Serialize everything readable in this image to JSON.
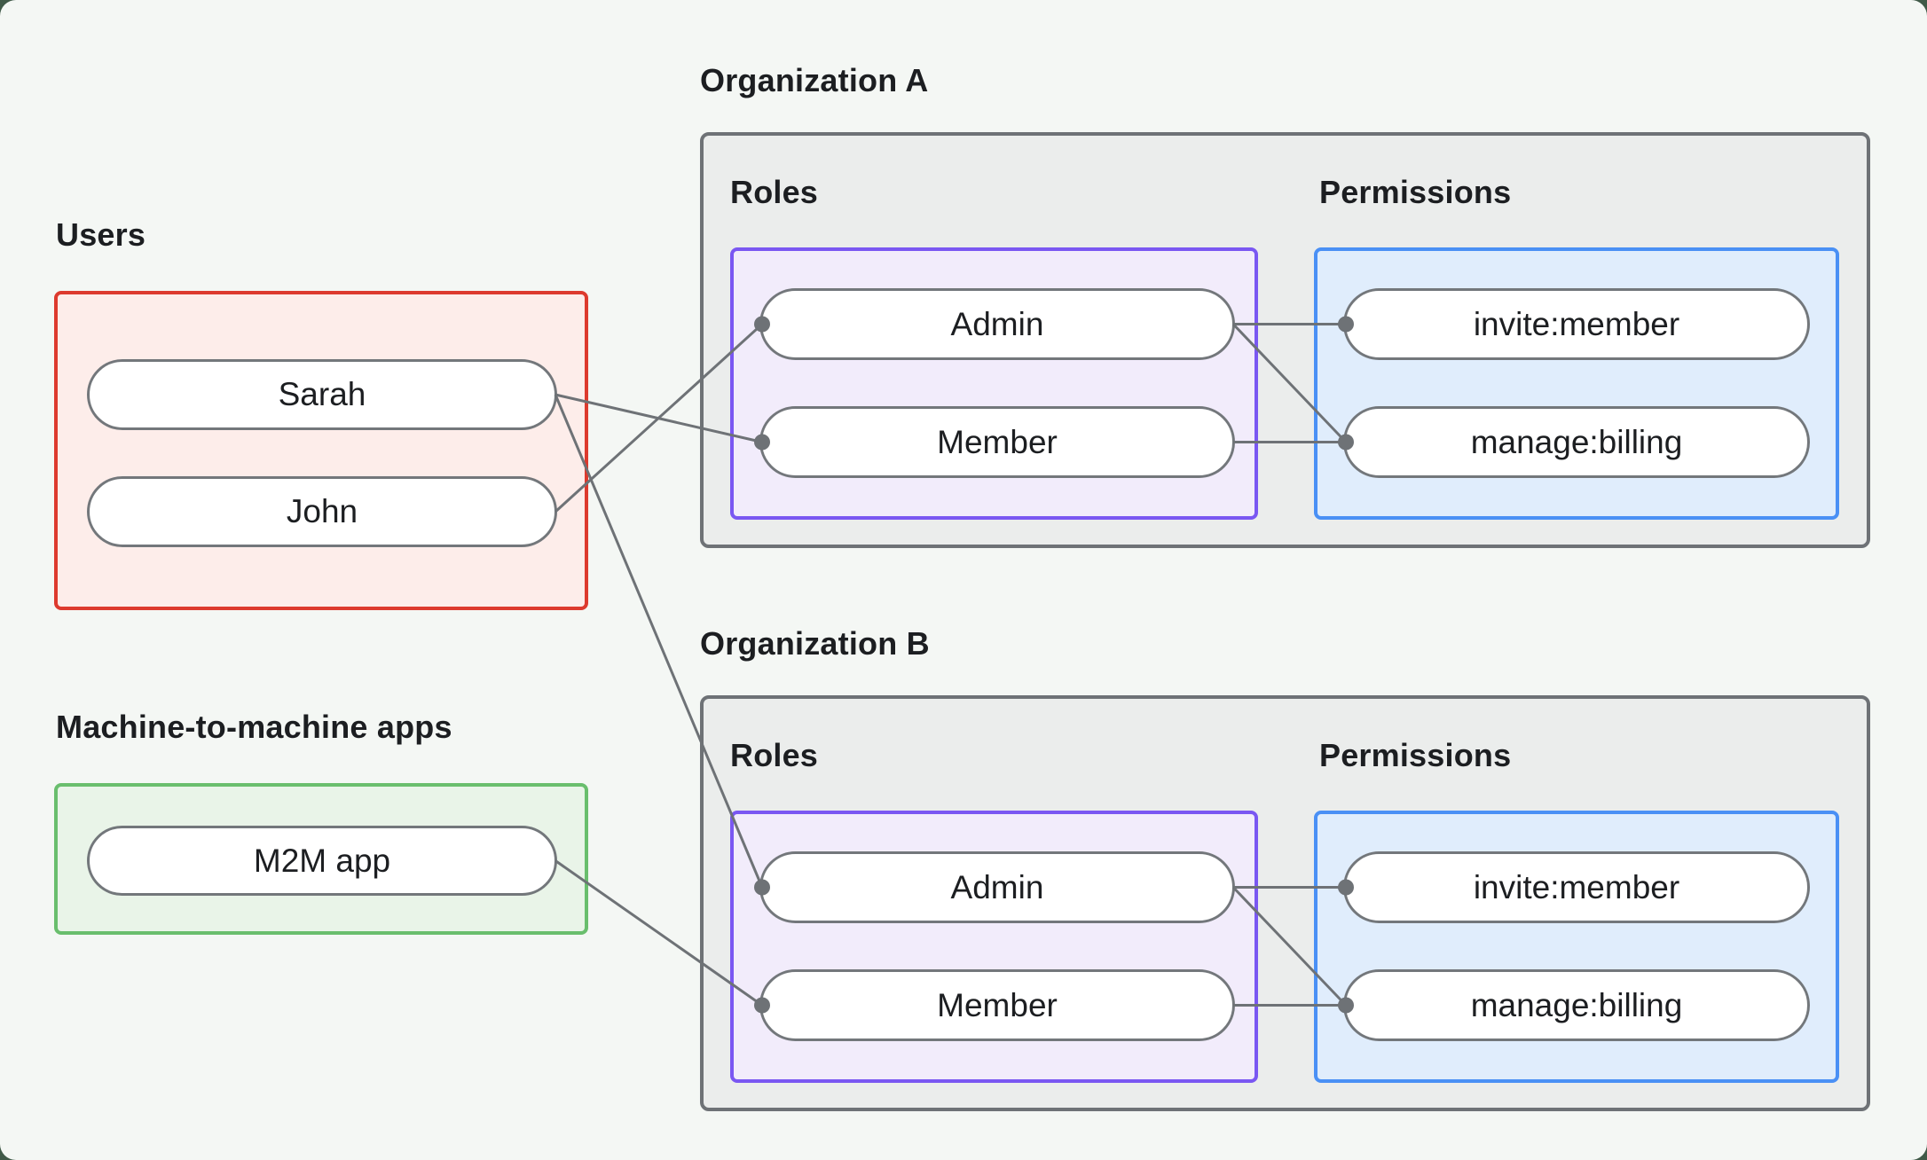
{
  "style": {
    "canvas_bg": "#f4f7f4",
    "outside_bg": "#405a48",
    "text_color": "#1c1e21",
    "line_color": "#6e7276",
    "pill_bg": "#ffffff",
    "pill_border": "#73777b",
    "org_box_bg": "#ebedec",
    "org_box_border": "#6e7276",
    "users_border": "#dd3a2e",
    "users_bg": "#fdedea",
    "m2m_border": "#69be6d",
    "m2m_bg": "#e9f4e8",
    "roles_border": "#7a57f2",
    "roles_bg": "#f2ecfb",
    "permissions_border": "#4a90f5",
    "permissions_bg": "#e0edfc"
  },
  "users": {
    "label": "Users",
    "items": [
      "Sarah",
      "John"
    ]
  },
  "m2m": {
    "label": "Machine-to-machine apps",
    "items": [
      "M2M app"
    ]
  },
  "org_a": {
    "title": "Organization A",
    "roles_label": "Roles",
    "permissions_label": "Permissions",
    "roles": [
      "Admin",
      "Member"
    ],
    "permissions": [
      "invite:member",
      "manage:billing"
    ]
  },
  "org_b": {
    "title": "Organization B",
    "roles_label": "Roles",
    "permissions_label": "Permissions",
    "roles": [
      "Admin",
      "Member"
    ],
    "permissions": [
      "invite:member",
      "manage:billing"
    ]
  },
  "edges": [
    {
      "from": "john",
      "to": "admin_a"
    },
    {
      "from": "sarah",
      "to": "member_a"
    },
    {
      "from": "sarah",
      "to": "admin_b"
    },
    {
      "from": "m2m_app",
      "to": "member_b"
    },
    {
      "from": "admin_a",
      "to": "invite_a"
    },
    {
      "from": "admin_a",
      "to": "manage_a"
    },
    {
      "from": "member_a",
      "to": "manage_a"
    },
    {
      "from": "admin_b",
      "to": "invite_b"
    },
    {
      "from": "admin_b",
      "to": "manage_b"
    },
    {
      "from": "member_b",
      "to": "manage_b"
    }
  ],
  "edge_style": {
    "stroke_width": 3,
    "dot_radius": 9
  }
}
